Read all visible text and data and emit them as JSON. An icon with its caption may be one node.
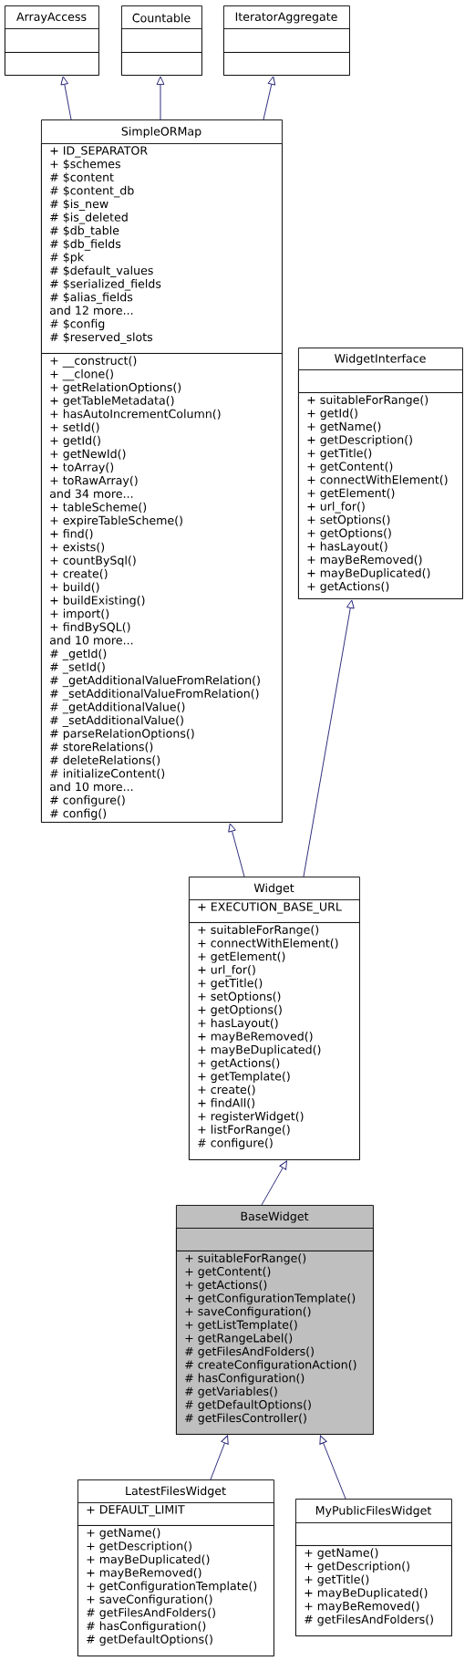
{
  "diagram": {
    "nodes": [
      {
        "text": [
          "ArrayAccess"
        ]
      },
      {
        "text": [],
        "shape": "box",
        "in": 0
      },
      {
        "text": [],
        "shape": "box",
        "in": 0
      },
      {
        "text": [
          "Countable"
        ]
      },
      {
        "text": [],
        "shape": "box",
        "in": 3
      },
      {
        "text": [],
        "shape": "box",
        "in": 3
      },
      {
        "text": [
          "IteratorAggregate"
        ]
      },
      {
        "text": [],
        "shape": "box",
        "in": 6
      },
      {
        "text": [],
        "shape": "box",
        "in": 6
      },
      {
        "text": [
          "SimpleORMap"
        ]
      },
      {
        "text": [
          "+ ID_SEPARATOR",
          "+ $schemes",
          "# $content",
          "# $content_db",
          "# $is_new",
          "# $is_deleted",
          "# $db_table",
          "# $db_fields",
          "# $pk",
          "# $default_values",
          "# $serialized_fields",
          "# $alias_fields",
          "and 12 more...",
          "# $config",
          "# $reserved_slots"
        ],
        "in": 9
      },
      {
        "text": [
          "+ __construct()",
          "+ __clone()",
          "+ getRelationOptions()",
          "+ getTableMetadata()",
          "+ hasAutoIncrementColumn()",
          "+ setId()",
          "+ getId()",
          "+ getNewId()",
          "+ toArray()",
          "+ toRawArray()",
          "and 34 more...",
          "+ tableScheme()",
          "+ expireTableScheme()",
          "+ find()",
          "+ exists()",
          "+ countBySql()",
          "+ create()",
          "+ build()",
          "+ buildExisting()",
          "+ import()",
          "+ findBySQL()",
          "and 10 more...",
          "# _getId()",
          "# _setId()",
          "# _getAdditionalValueFromRelation()",
          "# _setAdditionalValueFromRelation()",
          "# _getAdditionalValue()",
          "# _setAdditionalValue()",
          "# parseRelationOptions()",
          "# storeRelations()",
          "# deleteRelations()",
          "# initializeContent()",
          "and 10 more...",
          "# configure()",
          "# config()"
        ],
        "in": 9
      },
      {
        "text": [
          "WidgetInterface"
        ]
      },
      {
        "text": [],
        "shape": "box",
        "in": 12
      },
      {
        "text": [
          "+ suitableForRange()",
          "+ getId()",
          "+ getName()",
          "+ getDescription()",
          "+ getTitle()",
          "+ getContent()",
          "+ connectWithElement()",
          "+ getElement()",
          "+ url_for()",
          "+ setOptions()",
          "+ getOptions()",
          "+ hasLayout()",
          "+ mayBeRemoved()",
          "+ mayBeDuplicated()",
          "+ getActions()"
        ],
        "in": 12
      },
      {
        "text": [
          "Widget"
        ]
      },
      {
        "text": [
          "+ EXECUTION_BASE_URL"
        ],
        "in": 15
      },
      {
        "text": [
          "+ suitableForRange()",
          "+ connectWithElement()",
          "+ getElement()",
          "+ url_for()",
          "+ getTitle()",
          "+ setOptions()",
          "+ getOptions()",
          "+ hasLayout()",
          "+ mayBeRemoved()",
          "+ mayBeDuplicated()",
          "+ getActions()",
          "+ getTemplate()",
          "+ create()",
          "+ findAll()",
          "+ registerWidget()",
          "+ listForRange()",
          "# configure()"
        ],
        "in": 15
      },
      {
        "text": [
          "BaseWidget"
        ]
      },
      {
        "text": [],
        "shape": "box",
        "in": 18
      },
      {
        "text": [
          "+ suitableForRange()",
          "+ getContent()",
          "+ getActions()",
          "+ getConfigurationTemplate()",
          "+ saveConfiguration()",
          "+ getListTemplate()",
          "+ getRangeLabel()",
          "# getFilesAndFolders()",
          "# createConfigurationAction()",
          "# hasConfiguration()",
          "# getVariables()",
          "# getDefaultOptions()",
          "# getFilesController()"
        ],
        "in": 18
      },
      {
        "text": [
          "LatestFilesWidget"
        ]
      },
      {
        "text": [
          "+ DEFAULT_LIMIT"
        ],
        "in": 21
      },
      {
        "text": [
          "+ getName()",
          "+ getDescription()",
          "+ mayBeDuplicated()",
          "+ mayBeRemoved()",
          "+ getConfigurationTemplate()",
          "+ saveConfiguration()",
          "# getFilesAndFolders()",
          "# hasConfiguration()",
          "# getDefaultOptions()"
        ],
        "in": 21
      },
      {
        "text": [
          "MyPublicFilesWidget"
        ]
      },
      {
        "text": [],
        "shape": "box",
        "in": 24
      },
      {
        "text": [
          "+ getName()",
          "+ getDescription()",
          "+ getTitle()",
          "+ mayBeDuplicated()",
          "+ mayBeRemoved()",
          "# getFilesAndFolders()"
        ],
        "in": 24
      }
    ],
    "edges": [
      {
        "from": 9,
        "to": 0,
        "arrow": "to"
      },
      {
        "from": 9,
        "to": 3,
        "arrow": "to"
      },
      {
        "from": 9,
        "to": 6,
        "arrow": "to"
      },
      {
        "from": 15,
        "to": 9,
        "arrow": "to"
      },
      {
        "from": 15,
        "to": 12,
        "arrow": "to"
      },
      {
        "from": 18,
        "to": 15,
        "arrow": "to"
      },
      {
        "from": 21,
        "to": 18,
        "arrow": "to"
      },
      {
        "from": 24,
        "to": 18,
        "arrow": "to"
      }
    ]
  }
}
